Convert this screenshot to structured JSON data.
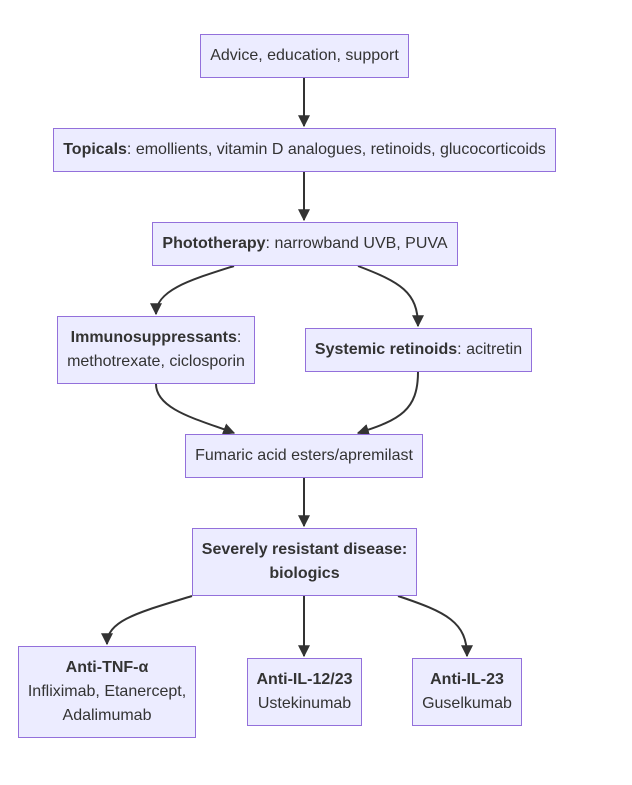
{
  "nodes": {
    "advice": {
      "text": "Advice, education, support"
    },
    "topicals": {
      "bold": "Topicals",
      "text": ": emollients, vitamin D analogues, retinoids, glucocorticoids"
    },
    "phototherapy": {
      "bold": "Phototherapy",
      "text": ": narrowband UVB, PUVA"
    },
    "immuno": {
      "bold": "Immunosuppressants",
      "text": ":",
      "line2": "methotrexate, ciclosporin"
    },
    "retinoids": {
      "bold": "Systemic retinoids",
      "text": ": acitretin"
    },
    "fumaric": {
      "text": "Fumaric acid esters/apremilast"
    },
    "severe": {
      "line1": "Severely resistant disease:",
      "line2": "biologics"
    },
    "tnf": {
      "title": "Anti-TNF-α",
      "line1": "Infliximab, Etanercept,",
      "line2": "Adalimumab"
    },
    "il1223": {
      "title": "Anti-IL-12/23",
      "line1": "Ustekinumab"
    },
    "il23": {
      "title": "Anti-IL-23",
      "line1": "Guselkumab"
    }
  },
  "colors": {
    "node_fill": "#ececff",
    "node_border": "#9370db",
    "edge": "#333333",
    "text": "#333333"
  }
}
